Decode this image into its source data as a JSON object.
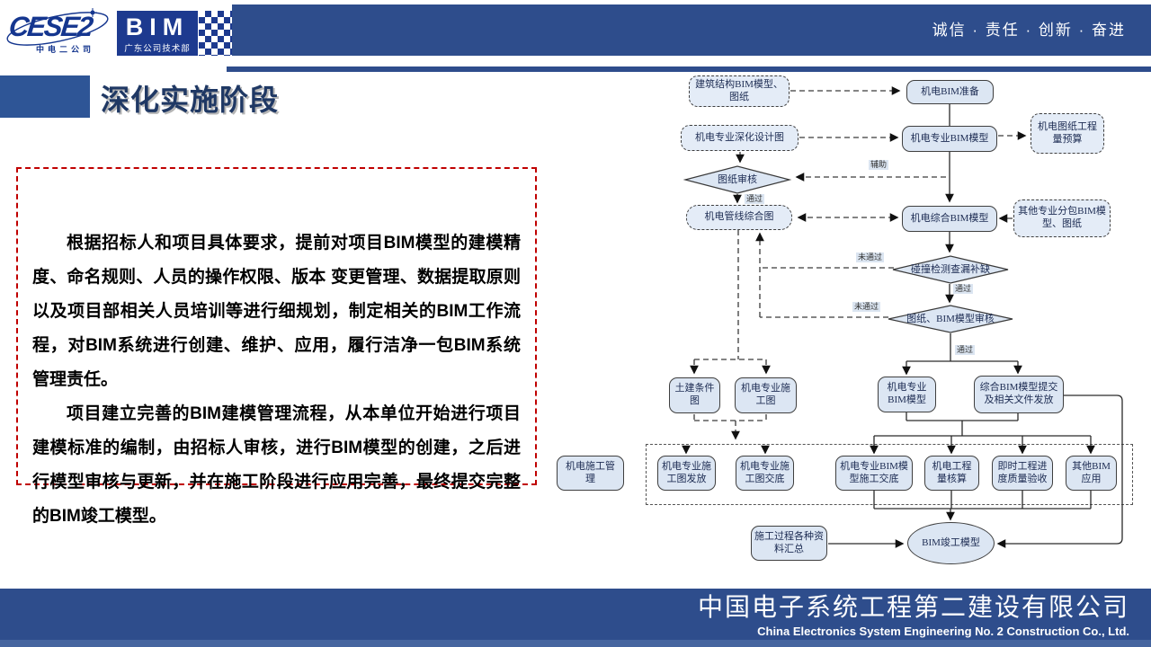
{
  "header": {
    "logo_cese2": "CESE2",
    "logo_cese2_sub": "中电二公司",
    "logo_bim": "BIM",
    "logo_bim_sub": "广东公司技术部",
    "slogan": "诚信 · 责任 · 创新 · 奋进"
  },
  "title": "深化实施阶段",
  "body_text": {
    "paragraph1": "根据招标人和项目具体要求，提前对项目BIM模型的建模精度、命名规则、人员的操作权限、版本 变更管理、数据提取原则以及项目部相关人员培训等进行细规划，制定相关的BIM工作流程，对BIM系统进行创建、维护、应用，履行洁净一包BIM系统管理责任。",
    "paragraph2": "项目建立完善的BIM建模管理流程，从本单位开始进行项目建模标准的编制，由招标人审核，进行BIM模型的创建，之后进行模型审核与更新，并在施工阶段进行应用完善，最终提交完整的BIM竣工模型。"
  },
  "flowchart": {
    "nodes": {
      "arch": "建筑结构BIM模型、图纸",
      "prep": "机电BIM准备",
      "deepen": "机电专业深化设计图",
      "mep_model": "机电专业BIM模型",
      "budget": "机电图纸工程量预算",
      "drawing_review": "图纸审核",
      "pipeline": "机电管线综合图",
      "combined": "机电综合BIM模型",
      "other_sub": "其他专业分包BIM模型、图纸",
      "clash": "碰撞检测查漏补缺",
      "model_review": "图纸、BIM模型审核",
      "civil": "土建条件图",
      "mep_const": "机电专业施工图",
      "mep_model2": "机电专业BIM模型",
      "submit": "综合BIM模型提交及相关文件发放",
      "manage": "机电施工管理",
      "issue": "机电专业施工图发放",
      "handover": "机电专业施工图交底",
      "model_handover": "机电专业BIM模型施工交底",
      "quantity": "机电工程量核算",
      "quality": "即时工程进度质量验收",
      "other_bim": "其他BIM应用",
      "materials": "施工过程各种资料汇总",
      "final": "BIM竣工模型"
    },
    "labels": {
      "pass": "通过",
      "fail": "未通过",
      "assist": "辅助"
    }
  },
  "footer": {
    "company_cn": "中国电子系统工程第二建设有限公司",
    "company_en": "China Electronics System Engineering No. 2 Construction Co., Ltd."
  },
  "colors": {
    "brand_blue": "#2e4d8c",
    "logo_blue": "#1d3a8f",
    "title_navy": "#1f3864",
    "accent_red": "#c00000",
    "node_fill": "#dce6f3"
  }
}
